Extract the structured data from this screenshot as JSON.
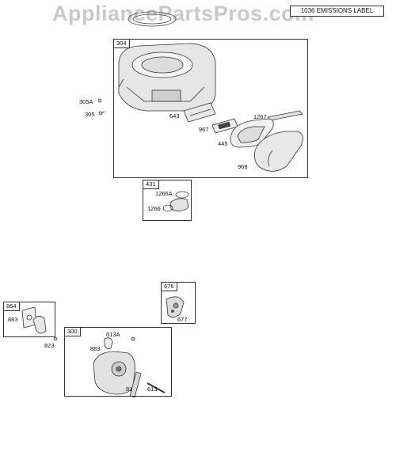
{
  "watermark": "AppliancePartsPros.com",
  "emissions_label": "1036 EMISSIONS LABEL",
  "groups": {
    "g304": "304",
    "g431": "431",
    "g676": "676",
    "g864": "864",
    "g300": "300"
  },
  "parts": {
    "p305A": "305A",
    "p305": "305",
    "p643": "643",
    "p967": "967",
    "p1267": "1267",
    "p445": "445",
    "p968": "968",
    "p1266A": "1266A",
    "p1266": "1266",
    "p883a": "883",
    "p823": "823",
    "p677": "677",
    "p613A": "613A",
    "p883b": "883",
    "p81": "81",
    "p613": "613"
  }
}
